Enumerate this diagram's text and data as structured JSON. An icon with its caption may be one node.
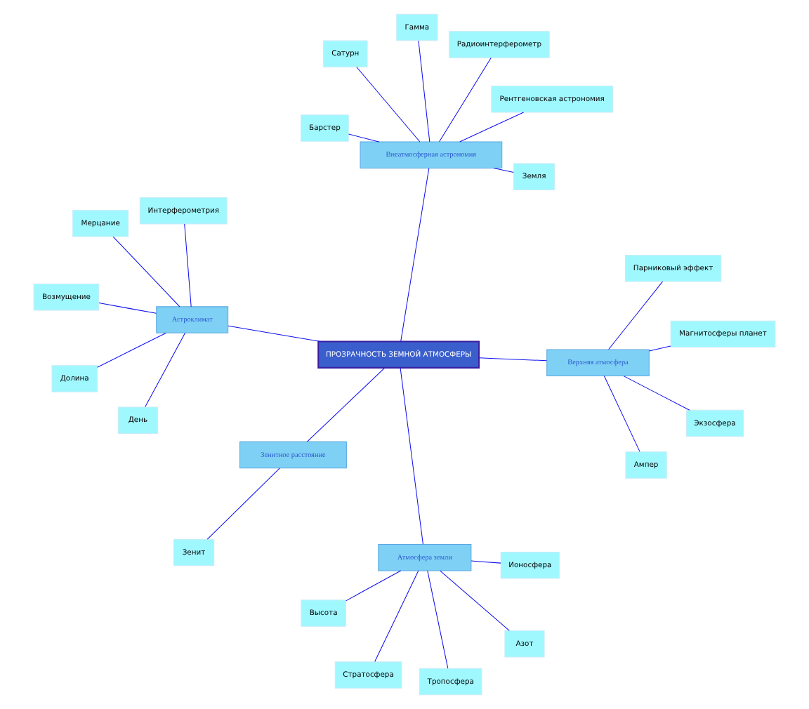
{
  "diagram": {
    "nodes": [
      {
        "text": [
          "ПРОЗРАЧНОСТЬ ЗЕМНОЙ АТМОСФЕРЫ"
        ]
      },
      {
        "text": [
          "Верхняя атмосфера"
        ]
      },
      {
        "text": [
          "Экзосфера"
        ]
      },
      {
        "text": [
          "Парниковый эффект"
        ]
      },
      {
        "text": [
          "Магнитосферы планет"
        ]
      },
      {
        "text": [
          "Ампер"
        ]
      },
      {
        "text": [
          "Зенитное расстояние"
        ]
      },
      {
        "text": [
          "Зенит"
        ]
      },
      {
        "text": [
          "Атмосфера земли"
        ]
      },
      {
        "text": [
          "Тропосфера"
        ]
      },
      {
        "text": [
          "Стратосфера"
        ]
      },
      {
        "text": [
          "Высота"
        ]
      },
      {
        "text": [
          "Азот"
        ]
      },
      {
        "text": [
          "Ионосфера"
        ]
      },
      {
        "text": [
          "Астроклимат"
        ]
      },
      {
        "text": [
          "Долина"
        ]
      },
      {
        "text": [
          "День"
        ]
      },
      {
        "text": [
          "Интерферометрия"
        ]
      },
      {
        "text": [
          "Возмущение"
        ]
      },
      {
        "text": [
          "Мерцание"
        ]
      },
      {
        "text": [
          "Внеатмосферная астрономия"
        ]
      },
      {
        "text": [
          "Барстер"
        ]
      },
      {
        "text": [
          "Гамма"
        ]
      },
      {
        "text": [
          "Радиоинтерферометр"
        ]
      },
      {
        "text": [
          "Сатурн"
        ]
      },
      {
        "text": [
          "Земля"
        ]
      },
      {
        "text": [
          "Рентгеновская астрономия"
        ]
      }
    ],
    "edges": [
      {
        "from": 0,
        "to": 1,
        "arrow": "none"
      },
      {
        "from": 1,
        "to": 2,
        "arrow": "none"
      },
      {
        "from": 1,
        "to": 3,
        "arrow": "none"
      },
      {
        "from": 1,
        "to": 4,
        "arrow": "none"
      },
      {
        "from": 1,
        "to": 5,
        "arrow": "none"
      },
      {
        "from": 0,
        "to": 6,
        "arrow": "none"
      },
      {
        "from": 6,
        "to": 7,
        "arrow": "none"
      },
      {
        "from": 0,
        "to": 8,
        "arrow": "none"
      },
      {
        "from": 8,
        "to": 9,
        "arrow": "none"
      },
      {
        "from": 8,
        "to": 10,
        "arrow": "none"
      },
      {
        "from": 8,
        "to": 11,
        "arrow": "none"
      },
      {
        "from": 8,
        "to": 12,
        "arrow": "none"
      },
      {
        "from": 8,
        "to": 13,
        "arrow": "none"
      },
      {
        "from": 0,
        "to": 14,
        "arrow": "none"
      },
      {
        "from": 14,
        "to": 15,
        "arrow": "none"
      },
      {
        "from": 14,
        "to": 16,
        "arrow": "none"
      },
      {
        "from": 14,
        "to": 17,
        "arrow": "none"
      },
      {
        "from": 14,
        "to": 18,
        "arrow": "none"
      },
      {
        "from": 14,
        "to": 19,
        "arrow": "none"
      },
      {
        "from": 0,
        "to": 20,
        "arrow": "none"
      },
      {
        "from": 20,
        "to": 21,
        "arrow": "none"
      },
      {
        "from": 20,
        "to": 22,
        "arrow": "none"
      },
      {
        "from": 20,
        "to": 23,
        "arrow": "none"
      },
      {
        "from": 20,
        "to": 24,
        "arrow": "none"
      },
      {
        "from": 20,
        "to": 25,
        "arrow": "none"
      },
      {
        "from": 20,
        "to": 26,
        "arrow": "none"
      }
    ]
  }
}
